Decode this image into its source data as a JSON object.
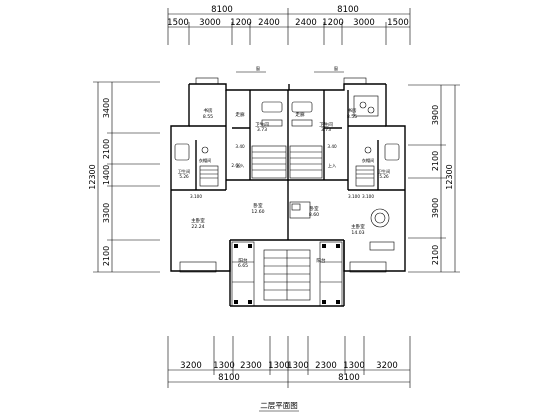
{
  "plan_title": "二层平面图",
  "dimensions": {
    "top_totals": [
      "8100",
      "8100"
    ],
    "top_segments": [
      "1500",
      "3000",
      "1200",
      "2400",
      "2400",
      "1200",
      "3000",
      "1500"
    ],
    "bottom_segments": [
      "3200",
      "1300",
      "2300",
      "1300",
      "1300",
      "2300",
      "1300",
      "3200"
    ],
    "bottom_totals": [
      "8100",
      "8100"
    ],
    "left_total": "12300",
    "left_segments": [
      "3400",
      "2100",
      "1400",
      "3300",
      "2100"
    ],
    "right_total": "12300",
    "right_segments": [
      "3900",
      "2100",
      "3900",
      "2100"
    ]
  },
  "rooms": {
    "left_study": "书房",
    "left_study_area": "8.55",
    "left_corridor": "走廊",
    "left_bath": "卫生间",
    "left_bath_area": "3.73",
    "left_wardrobe": "衣帽间",
    "left_master_bath": "卫生间",
    "left_master_bath_area": "5.26",
    "left_master": "主卧室",
    "left_master_area": "22.24",
    "left_bedroom": "卧室",
    "left_bedroom_area": "12.60",
    "left_balcony": "阳台",
    "left_balcony_area": "6.65",
    "right_study": "书房",
    "right_study_area": "8.55",
    "right_corridor": "走廊",
    "right_bath": "卫生间",
    "right_bath_area": "3.73",
    "right_wardrobe": "衣帽间",
    "right_master_bath": "卫生间",
    "right_master_bath_area": "5.26",
    "right_master": "主卧室",
    "right_master_area": "14.03",
    "right_bedroom": "卧室",
    "right_bedroom_area": "8.60",
    "right_balcony": "阳台"
  },
  "small_labels": {
    "win_left": "窗",
    "win_right": "窗",
    "entry_left": "上入",
    "entry_right": "上入",
    "h_left_1": "3.40",
    "h_left_2": "2.60",
    "h_left_3": "3.100",
    "h_right_1": "3.40",
    "h_right_2": "3.100",
    "h_right_3": "3.100"
  }
}
